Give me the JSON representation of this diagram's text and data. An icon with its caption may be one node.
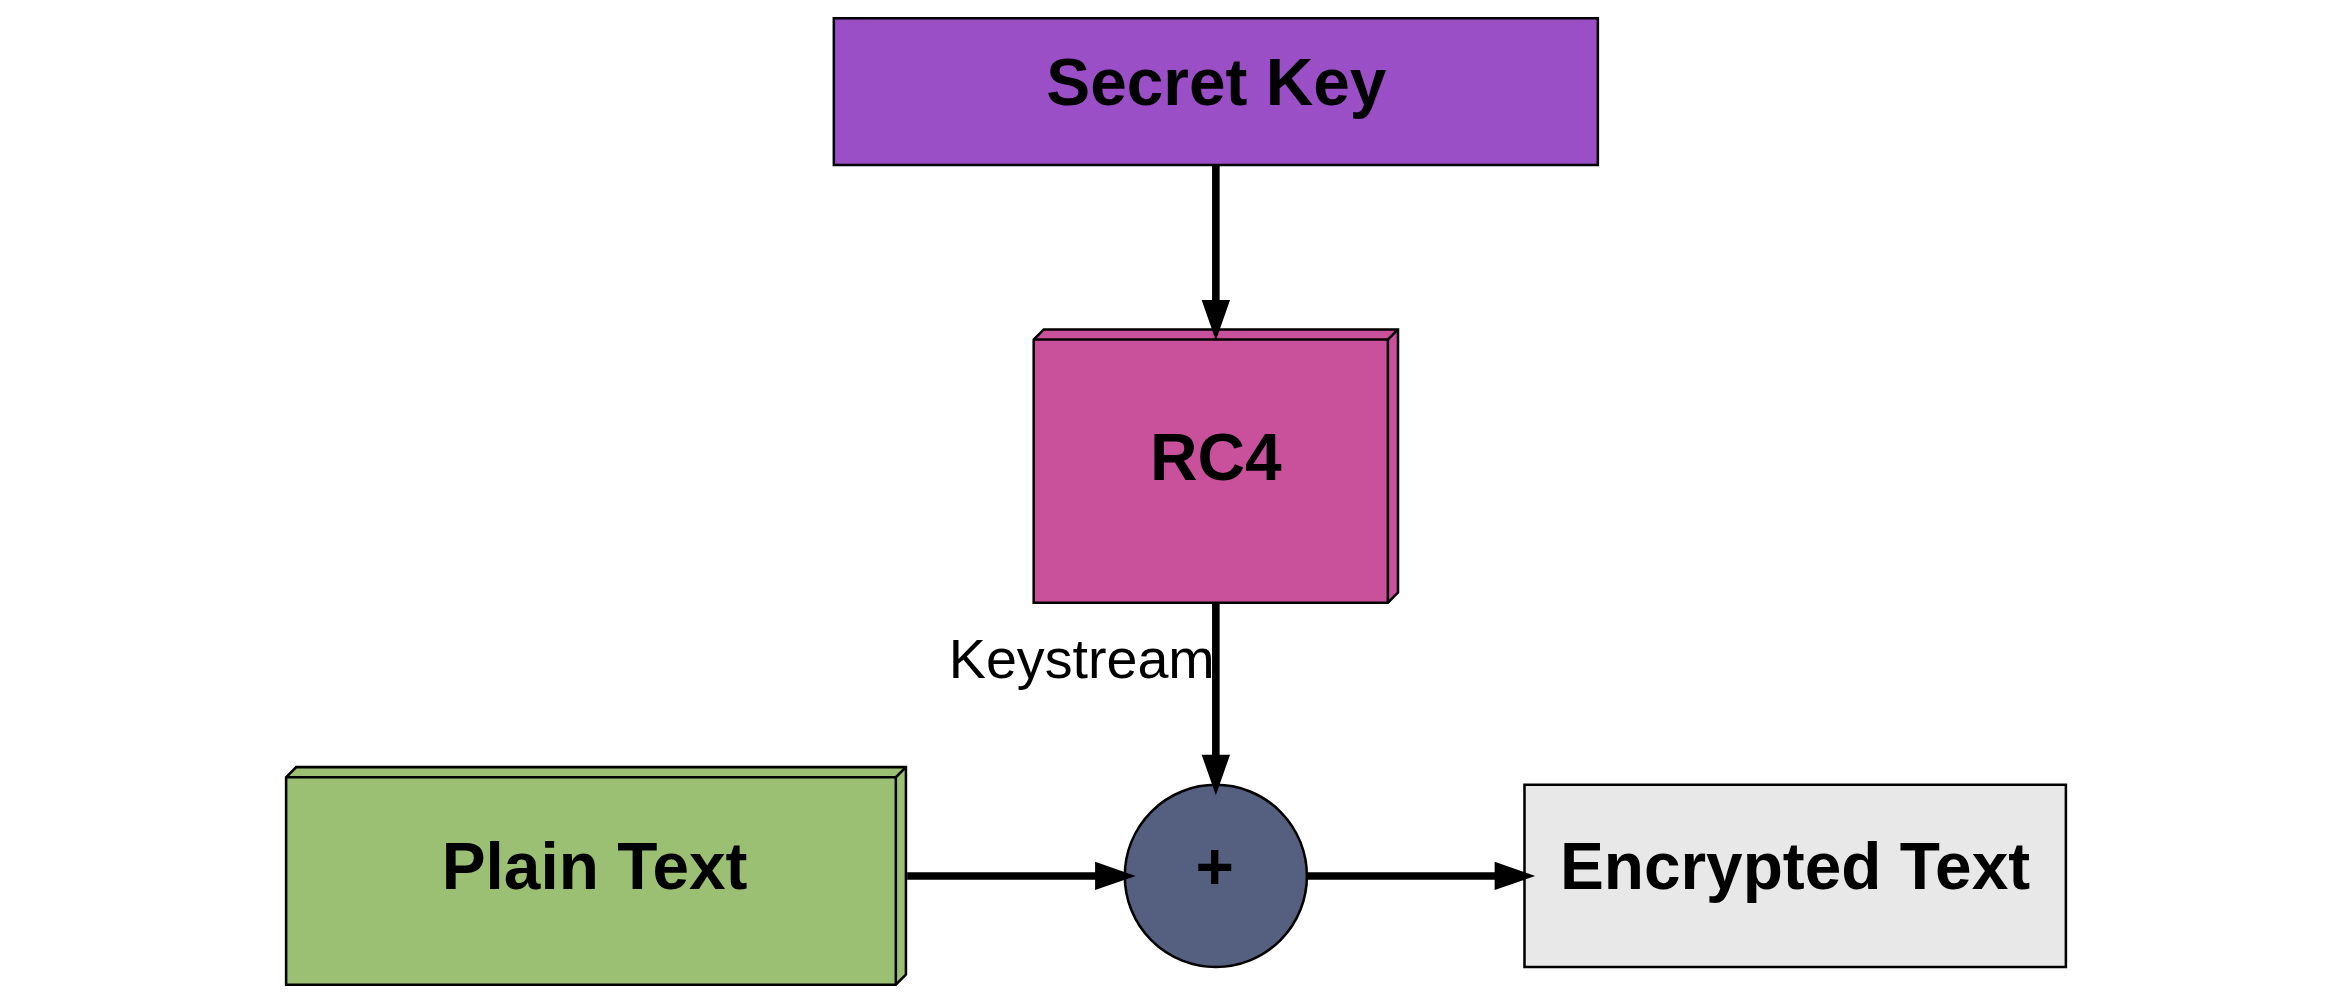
{
  "diagram": {
    "nodes": [
      {
        "text": [
          "Secret Key"
        ]
      },
      {
        "text": [
          "RC4"
        ]
      },
      {
        "text": [
          "Plain Text"
        ]
      },
      {
        "text": [
          "+"
        ]
      },
      {
        "text": [
          "Encrypted Text"
        ]
      }
    ],
    "edges": [
      {
        "from": 0,
        "to": 1,
        "arrow": "to"
      },
      {
        "from": 1,
        "to": 3,
        "arrow": "to",
        "label": "Keystream"
      },
      {
        "from": 2,
        "to": 3,
        "arrow": "to"
      },
      {
        "from": 3,
        "to": 4,
        "arrow": "to"
      }
    ]
  }
}
